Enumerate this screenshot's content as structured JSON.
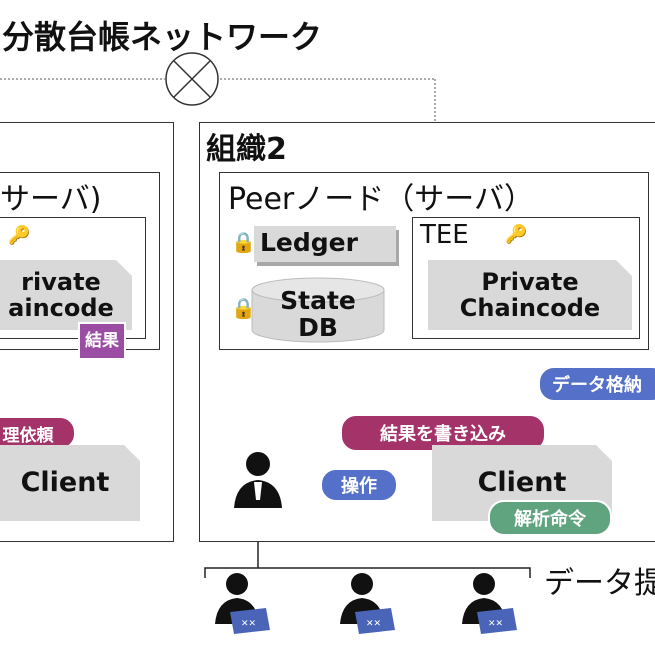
{
  "network_title": "分散台帳ネットワーク",
  "org1": {
    "server_label": "サーバ)",
    "chaincode_line1": "rivate",
    "chaincode_line2": "aincode",
    "result_badge": "結果",
    "request_pill": "理依頼",
    "client_label": "Client"
  },
  "org2": {
    "title": "組織2",
    "peer_label": "Peerノード（サーバ）",
    "ledger_label": "Ledger",
    "state_db_line1": "State",
    "state_db_line2": "DB",
    "tee_label": "TEE",
    "chaincode_line1": "Private",
    "chaincode_line2": "Chaincode",
    "client_label": "Client",
    "data_store_pill": "データ格納",
    "write_result_pill": "結果を書き込み",
    "operate_pill": "操作",
    "analysis_pill": "解析命令"
  },
  "data_providers_label": "データ提",
  "colors": {
    "pink": "#a4336a",
    "blue": "#5570c8",
    "green": "#5fa37f",
    "purple": "#9b4da4",
    "gray_fill": "#d9d9d9"
  }
}
